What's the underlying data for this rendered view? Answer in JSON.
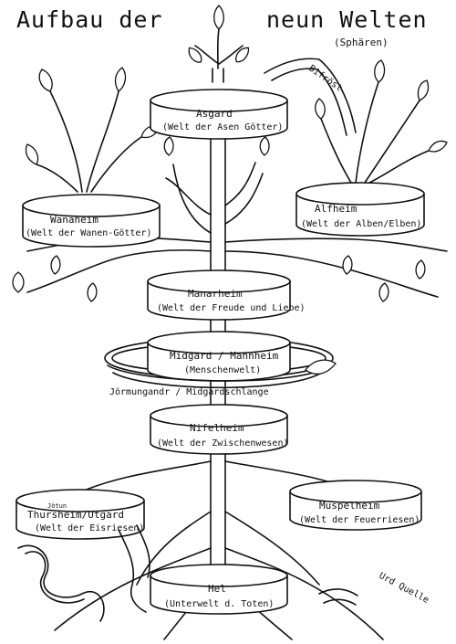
{
  "title": {
    "left": "Aufbau der",
    "right": "neun Welten",
    "sub": "(Sphären)"
  },
  "bifrost": "Bifröst",
  "worlds": {
    "asgard": {
      "name": "Asgard",
      "desc": "(Welt der Asen Götter)"
    },
    "wanaheim": {
      "name": "Wanaheim",
      "desc": "(Welt der Wanen-Götter)"
    },
    "alfheim": {
      "name": "Alfheim",
      "desc": "(Welt der Alben/Elben)"
    },
    "manarheim": {
      "name": "Manarheim",
      "desc": "(Welt der Freude und Liebe)"
    },
    "midgard": {
      "name": "Midgard / Mannheim",
      "desc": "(Menschenwelt)"
    },
    "nifelheim": {
      "name": "Nifelheim",
      "desc": "(Welt der Zwischenwesen)"
    },
    "thursheim": {
      "name": "Thursheim/Utgard",
      "desc": "(Welt der Eisriesen)",
      "note": "Jötun"
    },
    "muspelheim": {
      "name": "Muspelheim",
      "desc": "(Welt der Feuerriesen)"
    },
    "hel": {
      "name": "Hel",
      "desc": "(Unterwelt d. Toten)"
    }
  },
  "serpent": "Jörmungandr / Midgardschlange",
  "well": "Urd Quelle"
}
